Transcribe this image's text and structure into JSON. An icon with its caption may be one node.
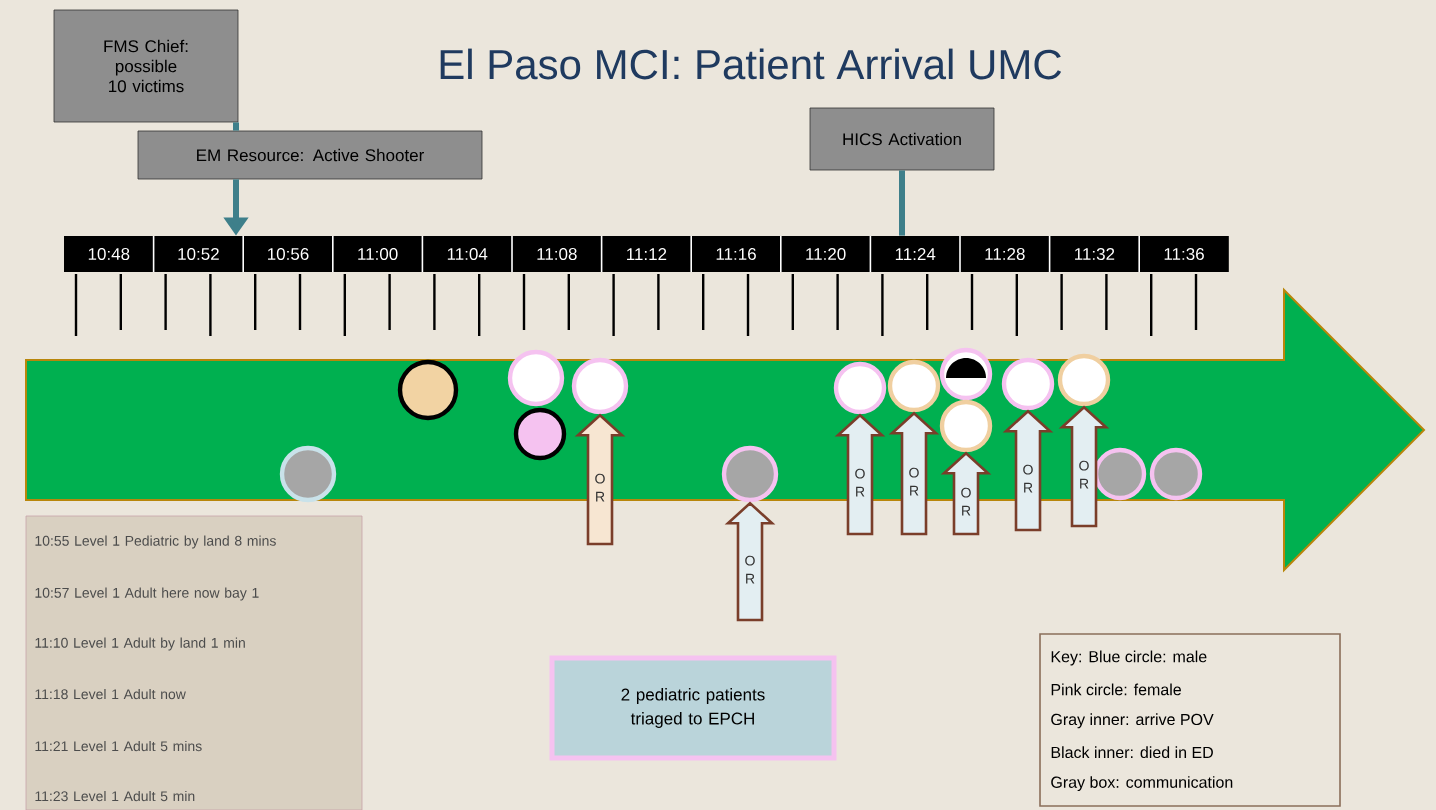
{
  "diagram": {
    "title": "El Paso MCI: Patient Arrival UMC",
    "nodes": [
      {
        "text": [
          "FMS Chief: possible 10 victims"
        ]
      },
      {
        "text": [
          "EM Resource: Active Shooter"
        ]
      },
      {
        "text": [
          "HICS Activation"
        ]
      },
      {
        "text": [],
        "shape": "circle"
      },
      {
        "text": [],
        "shape": "circle"
      },
      {
        "text": [],
        "shape": "circle"
      },
      {
        "text": [],
        "shape": "circle"
      },
      {
        "text": [],
        "shape": "circle"
      },
      {
        "text": [],
        "shape": "circle"
      },
      {
        "text": [],
        "shape": "circle"
      },
      {
        "text": [],
        "shape": "circle"
      },
      {
        "text": [],
        "shape": "circle"
      },
      {
        "text": [],
        "shape": "circle"
      },
      {
        "text": [],
        "shape": "circle"
      },
      {
        "text": [],
        "shape": "circle"
      },
      {
        "text": [],
        "shape": "circle"
      },
      {
        "text": [],
        "shape": "circle"
      },
      {
        "text": [
          "10:55 Level 1 Pediatric by land 8 mins",
          "10:57 Level 1 Adult here now bay 1",
          "11:10 Level 1 Adult by land 1 min",
          "11:18 Level 1 Adult now",
          "11:21 Level 1 Adult 5 mins",
          "11:23 Level 1 Adult 5 min"
        ]
      },
      {
        "text": [
          "2 pediatric patients triaged to EPCH"
        ]
      },
      {
        "text": [
          "Key: Blue circle: male",
          "Pink circle: female",
          "Gray inner: arrive POV",
          "Black inner: died in ED",
          "Gray box: communication"
        ]
      },
      {
        "text": [
          "10:48",
          "10:52",
          "10:56",
          "11:00",
          "11:04",
          "11:08",
          "11:12",
          "11:16",
          "11:20",
          "11:24",
          "11:28",
          "11:32",
          "11:36"
        ]
      }
    ],
    "edges": [
      {
        "from": 0,
        "to": 1,
        "arrow": "none",
        "color": "#3e7f8a"
      },
      {
        "from": 1,
        "to": 20,
        "arrow": "to",
        "color": "#3e7f8a"
      },
      {
        "from": 2,
        "to": 20,
        "arrow": "none",
        "color": "#3e7f8a"
      },
      {
        "from": null,
        "to": 7,
        "arrow": "to",
        "label": "O R"
      },
      {
        "from": null,
        "to": 8,
        "arrow": "to",
        "label": "O R"
      },
      {
        "from": null,
        "to": 9,
        "arrow": "to",
        "label": "O R"
      },
      {
        "from": null,
        "to": 10,
        "arrow": "to",
        "label": "O R"
      },
      {
        "from": null,
        "to": 12,
        "arrow": "to",
        "label": "O R"
      },
      {
        "from": null,
        "to": 13,
        "arrow": "to",
        "label": "O R"
      },
      {
        "from": null,
        "to": 14,
        "arrow": "to",
        "label": "O R"
      }
    ]
  }
}
